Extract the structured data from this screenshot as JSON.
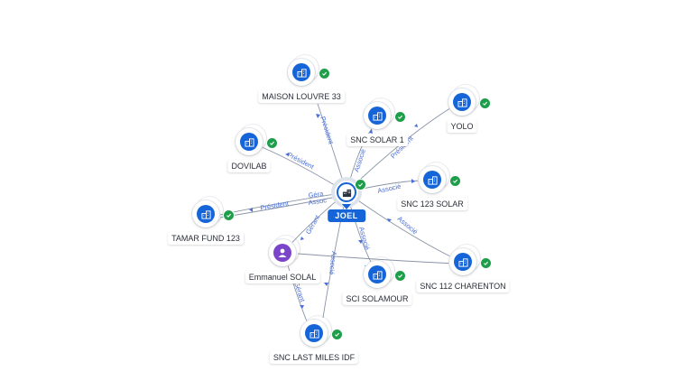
{
  "center": {
    "label": "JOEL",
    "icon": "building-icon",
    "verified": true
  },
  "nodes": {
    "maison_louvre": {
      "label": "MAISON LOUVRE 33",
      "icon": "building-icon"
    },
    "snc_solar_1": {
      "label": "SNC SOLAR 1",
      "icon": "building-icon"
    },
    "yolo": {
      "label": "YOLO",
      "icon": "building-icon"
    },
    "dovilab": {
      "label": "DOVILAB",
      "icon": "building-icon"
    },
    "snc_123_solar": {
      "label": "SNC 123 SOLAR",
      "icon": "building-icon"
    },
    "tamar_fund": {
      "label": "TAMAR FUND 123",
      "icon": "building-icon"
    },
    "emmanuel": {
      "label": "Emmanuel SOLAL",
      "icon": "person-icon"
    },
    "sci_solamour": {
      "label": "SCI SOLAMOUR",
      "icon": "building-icon"
    },
    "snc_112_charenton": {
      "label": "SNC 112 CHARENTON",
      "icon": "building-icon"
    },
    "snc_last_miles": {
      "label": "SNC LAST MILES IDF",
      "icon": "building-icon"
    }
  },
  "edge_labels": {
    "president": "Président",
    "associe": "Associé",
    "gerant": "Gérant",
    "gerant_short": "Géra",
    "associe_short": "Assoc",
    "associe_fragment": "Ass"
  },
  "colors": {
    "accent": "#1565d8",
    "verified": "#1e9e4a",
    "person": "#7b45c9",
    "edge_label": "#4a6fd8",
    "edge": "#8a94a6"
  }
}
